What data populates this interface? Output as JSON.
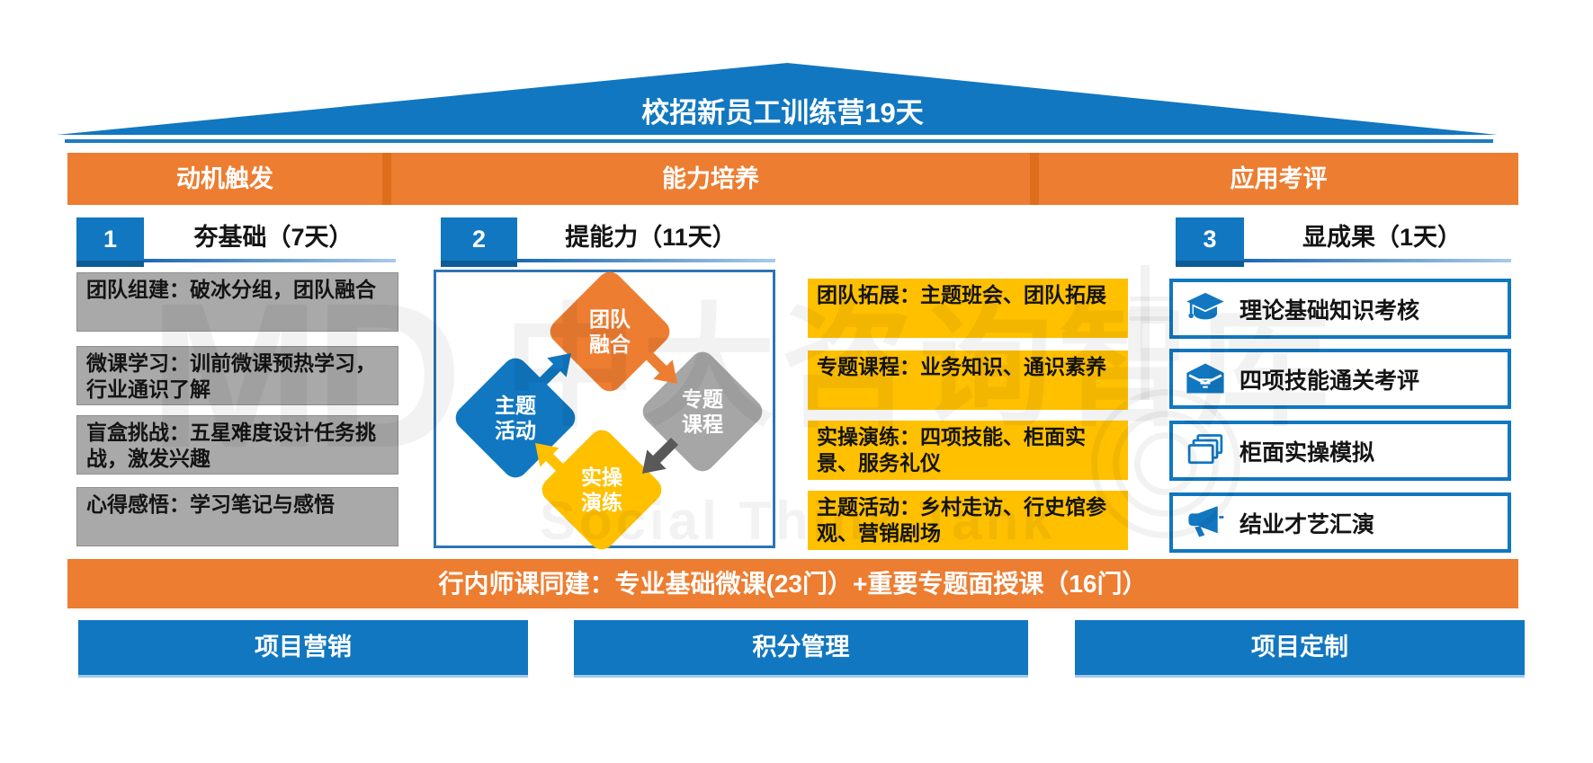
{
  "roof": {
    "title": "校招新员工训练营19天"
  },
  "phases": [
    {
      "label": "动机触发"
    },
    {
      "label": "能力培养"
    },
    {
      "label": "应用考评"
    }
  ],
  "columns": [
    {
      "number": "1",
      "title": "夯基础（7天）",
      "items": [
        "团队组建：破冰分组，团队融合",
        "微课学习：训前微课预热学习，行业通识了解",
        "盲盒挑战：五星难度设计任务挑战，激发兴趣",
        "心得感悟：学习笔记与感悟"
      ]
    },
    {
      "number": "2",
      "title": "提能力（11天）",
      "cycle": {
        "top": "团队\n融合",
        "right": "专题\n课程",
        "bottom": "实操\n演练",
        "left": "主题\n活动"
      },
      "items": [
        "团队拓展：主题班会、团队拓展",
        "专题课程：业务知识、通识素养",
        "实操演练：四项技能、柜面实景、服务礼仪",
        "主题活动：乡村走访、行史馆参观、营销剧场"
      ]
    },
    {
      "number": "3",
      "title": "显成果（1天）",
      "items": [
        {
          "icon": "graduation-cap",
          "label": "理论基础知识考核"
        },
        {
          "icon": "open-envelope",
          "label": "四项技能通关考评"
        },
        {
          "icon": "stacked-pages",
          "label": "柜面实操模拟"
        },
        {
          "icon": "megaphone",
          "label": "结业才艺汇演"
        }
      ]
    }
  ],
  "banner": {
    "text": "行内师课同建：专业基础微课(23门）+重要专题面授课（16门）"
  },
  "footer": [
    {
      "label": "项目营销"
    },
    {
      "label": "积分管理"
    },
    {
      "label": "项目定制"
    }
  ],
  "watermark": {
    "logo": "MD",
    "cn": "中大咨询智库",
    "en": "Social Think Tank"
  },
  "colors": {
    "blue": "#1177C0",
    "orange": "#ED7D31",
    "yellow": "#FFC000",
    "gray": "#A6A6A6"
  }
}
